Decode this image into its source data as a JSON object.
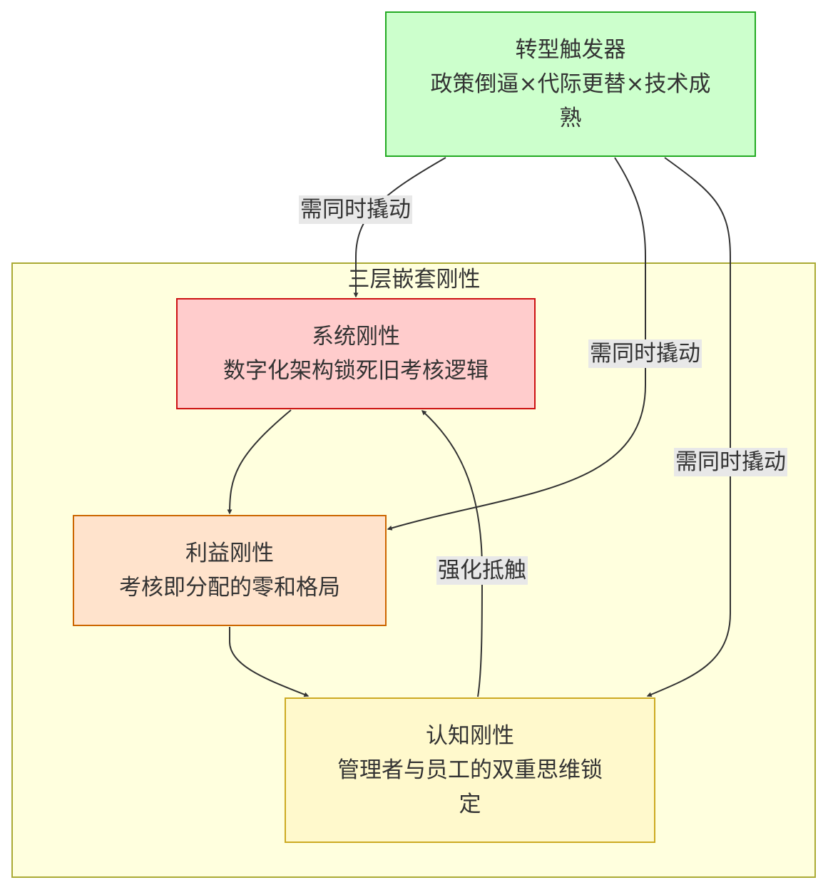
{
  "cluster": {
    "title": "三层嵌套刚性"
  },
  "nodes": {
    "trigger": {
      "title": "转型触发器",
      "subtitle": "政策倒逼×代际更替×技术成熟"
    },
    "system": {
      "title": "系统刚性",
      "subtitle": "数字化架构锁死旧考核逻辑"
    },
    "interest": {
      "title": "利益刚性",
      "subtitle": "考核即分配的零和格局"
    },
    "cognitive": {
      "title": "认知刚性",
      "subtitle": "管理者与员工的双重思维锁定"
    }
  },
  "edges": {
    "trigger_to_system": "需同时撬动",
    "trigger_to_interest": "需同时撬动",
    "trigger_to_cognitive": "需同时撬动",
    "cognitive_to_system": "强化抵触"
  },
  "colors": {
    "trigger_fill": "#ccffcc",
    "trigger_stroke": "#22aa22",
    "system_fill": "#ffcccc",
    "system_stroke": "#cc1111",
    "interest_fill": "#ffe3cc",
    "interest_stroke": "#cc6600",
    "cognitive_fill": "#fff9cc",
    "cognitive_stroke": "#ccaa22",
    "cluster_fill": "#ffffde",
    "cluster_stroke": "#aaaa33",
    "edge": "#333333",
    "edge_label_bg": "#e8e8e8"
  }
}
